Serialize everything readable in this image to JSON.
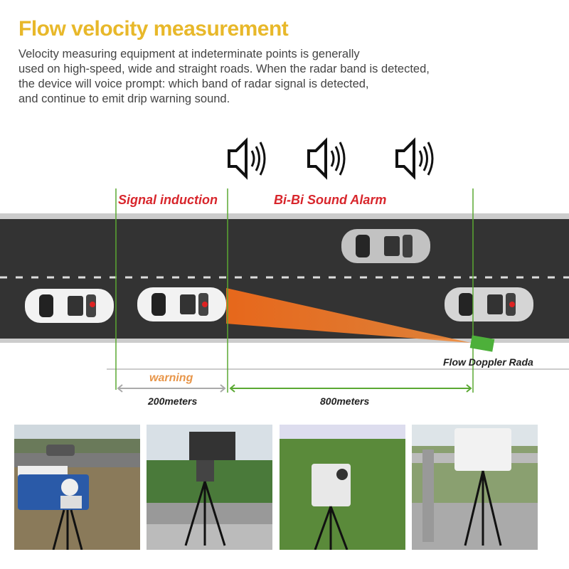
{
  "title": "Flow velocity measurement",
  "description": [
    "Velocity measuring equipment at indeterminate points is generally",
    "used on high-speed, wide and straight roads. When the radar band is detected,",
    "the device will voice prompt: which band of radar signal is detected,",
    "and continue to emit drip warning sound."
  ],
  "diagram": {
    "signal_induction": "Signal induction",
    "sound_alarm": "Bi-Bi Sound Alarm",
    "radar_label": "Flow  Doppler Rada",
    "warning": "warning",
    "distance_warning": "200meters",
    "distance_detect": "800meters",
    "icons": [
      "speaker-icon",
      "speaker-icon",
      "speaker-icon"
    ]
  },
  "colors": {
    "title": "#e8b82a",
    "accent_red": "#d8262c",
    "green": "#5aa832",
    "beam": "#f06a1a",
    "road": "#333333"
  }
}
